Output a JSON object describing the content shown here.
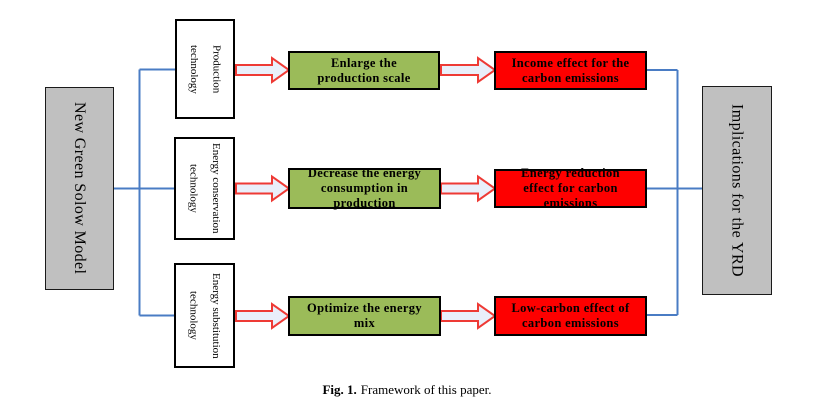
{
  "figure": {
    "caption_label": "Fig. 1.",
    "caption_text": "Framework of this paper."
  },
  "nodes": {
    "model": {
      "label": "New Green Solow Model"
    },
    "tech_production": {
      "label": "Production\ntechnology"
    },
    "tech_conservation": {
      "label": "Energy conservation\ntechnology"
    },
    "tech_substitution": {
      "label": "Energy substitution\ntechnology"
    },
    "action_scale": {
      "label": "Enlarge the\nproduction scale"
    },
    "action_consumption": {
      "label": "Decrease the energy\nconsumption in\nproduction"
    },
    "action_mix": {
      "label": "Optimize the energy\nmix"
    },
    "effect_income": {
      "label": "Income effect for the\ncarbon emissions"
    },
    "effect_reduction": {
      "label": "Energy reduction\neffect for carbon\nemissions"
    },
    "effect_lowcarbon": {
      "label": "Low-carbon effect of\ncarbon emissions"
    },
    "implications": {
      "label": "Implications for the YRD"
    }
  },
  "colors": {
    "box_green": "#9bbb59",
    "box_red": "#fe0000",
    "box_gray": "#c0c0c0",
    "box_white": "#ffffff",
    "line_blue": "#4a7cc4",
    "arrow_red": "#ee3a35",
    "arrow_fill": "#e9effa",
    "border_black": "#000000",
    "text_black": "#000000"
  }
}
